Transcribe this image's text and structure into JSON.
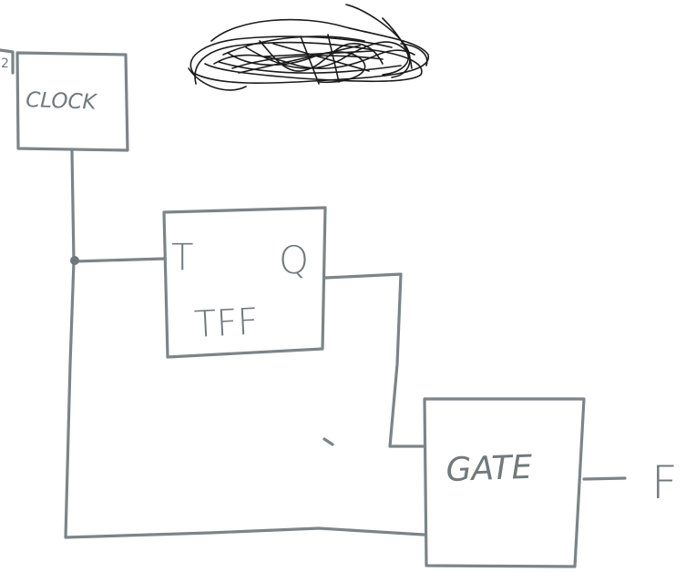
{
  "blocks": {
    "clock": {
      "label": "CLOCK",
      "corner_mark": "2"
    },
    "tff": {
      "label": "TFF",
      "input_pin": "T",
      "output_pin": "Q"
    },
    "gate": {
      "label": "GATE"
    }
  },
  "output": {
    "label": "F"
  },
  "colors": {
    "pencil": "#7d8488",
    "ink_scribble": "#1b1b1b",
    "paper": "#ffffff"
  }
}
